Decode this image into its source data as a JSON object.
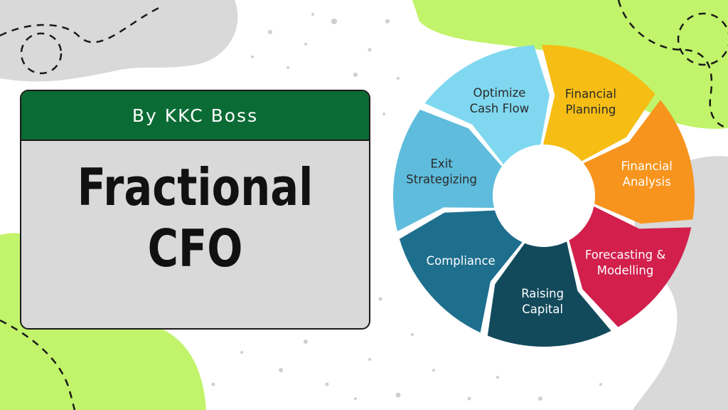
{
  "card": {
    "byline": "By KKC Boss",
    "title_line1": "Fractional",
    "title_line2": "CFO"
  },
  "cycle": {
    "segments": [
      {
        "label_lines": [
          "Optimize",
          "Cash Flow"
        ],
        "color": "#7fd8f0",
        "text_color": "#2b2b2b"
      },
      {
        "label_lines": [
          "Financial",
          "Planning"
        ],
        "color": "#f6bd14",
        "text_color": "#2b2b2b"
      },
      {
        "label_lines": [
          "Financial",
          "Analysis"
        ],
        "color": "#f7941d",
        "text_color": "#ffffff"
      },
      {
        "label_lines": [
          "Forecasting &",
          "Modelling"
        ],
        "color": "#d21f4c",
        "text_color": "#ffffff"
      },
      {
        "label_lines": [
          "Raising",
          "Capital"
        ],
        "color": "#124a5c",
        "text_color": "#ffffff"
      },
      {
        "label_lines": [
          "Compliance"
        ],
        "color": "#1e6f8e",
        "text_color": "#ffffff"
      },
      {
        "label_lines": [
          "Exit",
          "Strategizing"
        ],
        "color": "#5fbcdc",
        "text_color": "#2b2b2b"
      }
    ]
  },
  "colors": {
    "header_green": "#0b6b34",
    "card_gray": "#d9d9d9",
    "lime_blob": "#c1f46a",
    "gray_blob": "#d9d9d9"
  }
}
